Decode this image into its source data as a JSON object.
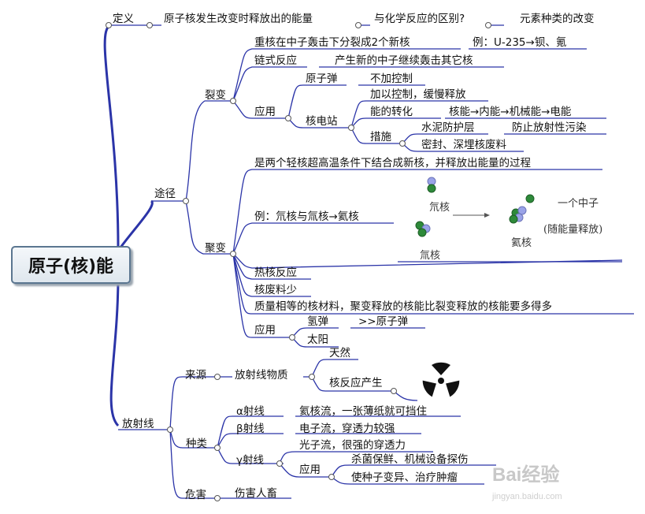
{
  "root": "原子(核)能",
  "definition": {
    "label": "定义",
    "text": "原子核发生改变时释放出的能量",
    "diff": "与化学反应的区别?",
    "diff_answer": "元素种类的改变"
  },
  "ways": {
    "label": "途径",
    "fission": {
      "label": "裂变",
      "desc": "重核在中子轰击下分裂成2个新核",
      "example": "例：U-235→钡、氪",
      "chain": "链式反应",
      "chain_desc": "产生新的中子继续轰击其它核",
      "app": "应用",
      "bomb": "原子弹",
      "bomb_desc": "不加控制",
      "plant": "核电站",
      "plant_control": "加以控制，缓慢释放",
      "energy_conv": "能的转化",
      "energy_chain": "核能→内能→机械能→电能",
      "measures": "措施",
      "measure1": "水泥防护层",
      "measure1_desc": "防止放射性污染",
      "measure2": "密封、深埋核废料"
    },
    "fusion": {
      "label": "聚变",
      "desc": "是两个轻核超高温条件下结合成新核，并释放出能量的过程",
      "example": "例：氘核与氚核→氦核",
      "illus_deuterium": "氘核",
      "illus_tritium": "氚核",
      "illus_helium": "氦核",
      "illus_neutron": "一个中子",
      "illus_release": "(随能量释放)",
      "thermo": "热核反应",
      "waste": "核废料少",
      "compare": "质量相等的核材料，聚变释放的核能比裂变释放的核能要多得多",
      "app": "应用",
      "hbomb": "氢弹",
      "hbomb_cmp": ">>原子弹",
      "sun": "太阳"
    }
  },
  "radiation": {
    "label": "放射线",
    "source": "来源",
    "source_item": "放射线物质",
    "natural": "天然",
    "reaction": "核反应产生",
    "types": "种类",
    "alpha": "α射线",
    "alpha_desc": "氦核流，一张薄纸就可挡住",
    "beta": "β射线",
    "beta_desc": "电子流，穿透力较强",
    "gamma": "γ射线",
    "gamma_desc": "光子流，很强的穿透力",
    "gamma_app": "应用",
    "gamma_app1": "杀菌保鲜、机械设备探伤",
    "gamma_app2": "使种子变异、治疗肿瘤",
    "harm": "危害",
    "harm_desc": "伤害人畜"
  },
  "watermark": {
    "brand": "Bai经验",
    "url": "jingyan.baidu.com"
  },
  "colors": {
    "branch": "#2b34a8",
    "line": "#333333",
    "root_border": "#5b7690"
  }
}
